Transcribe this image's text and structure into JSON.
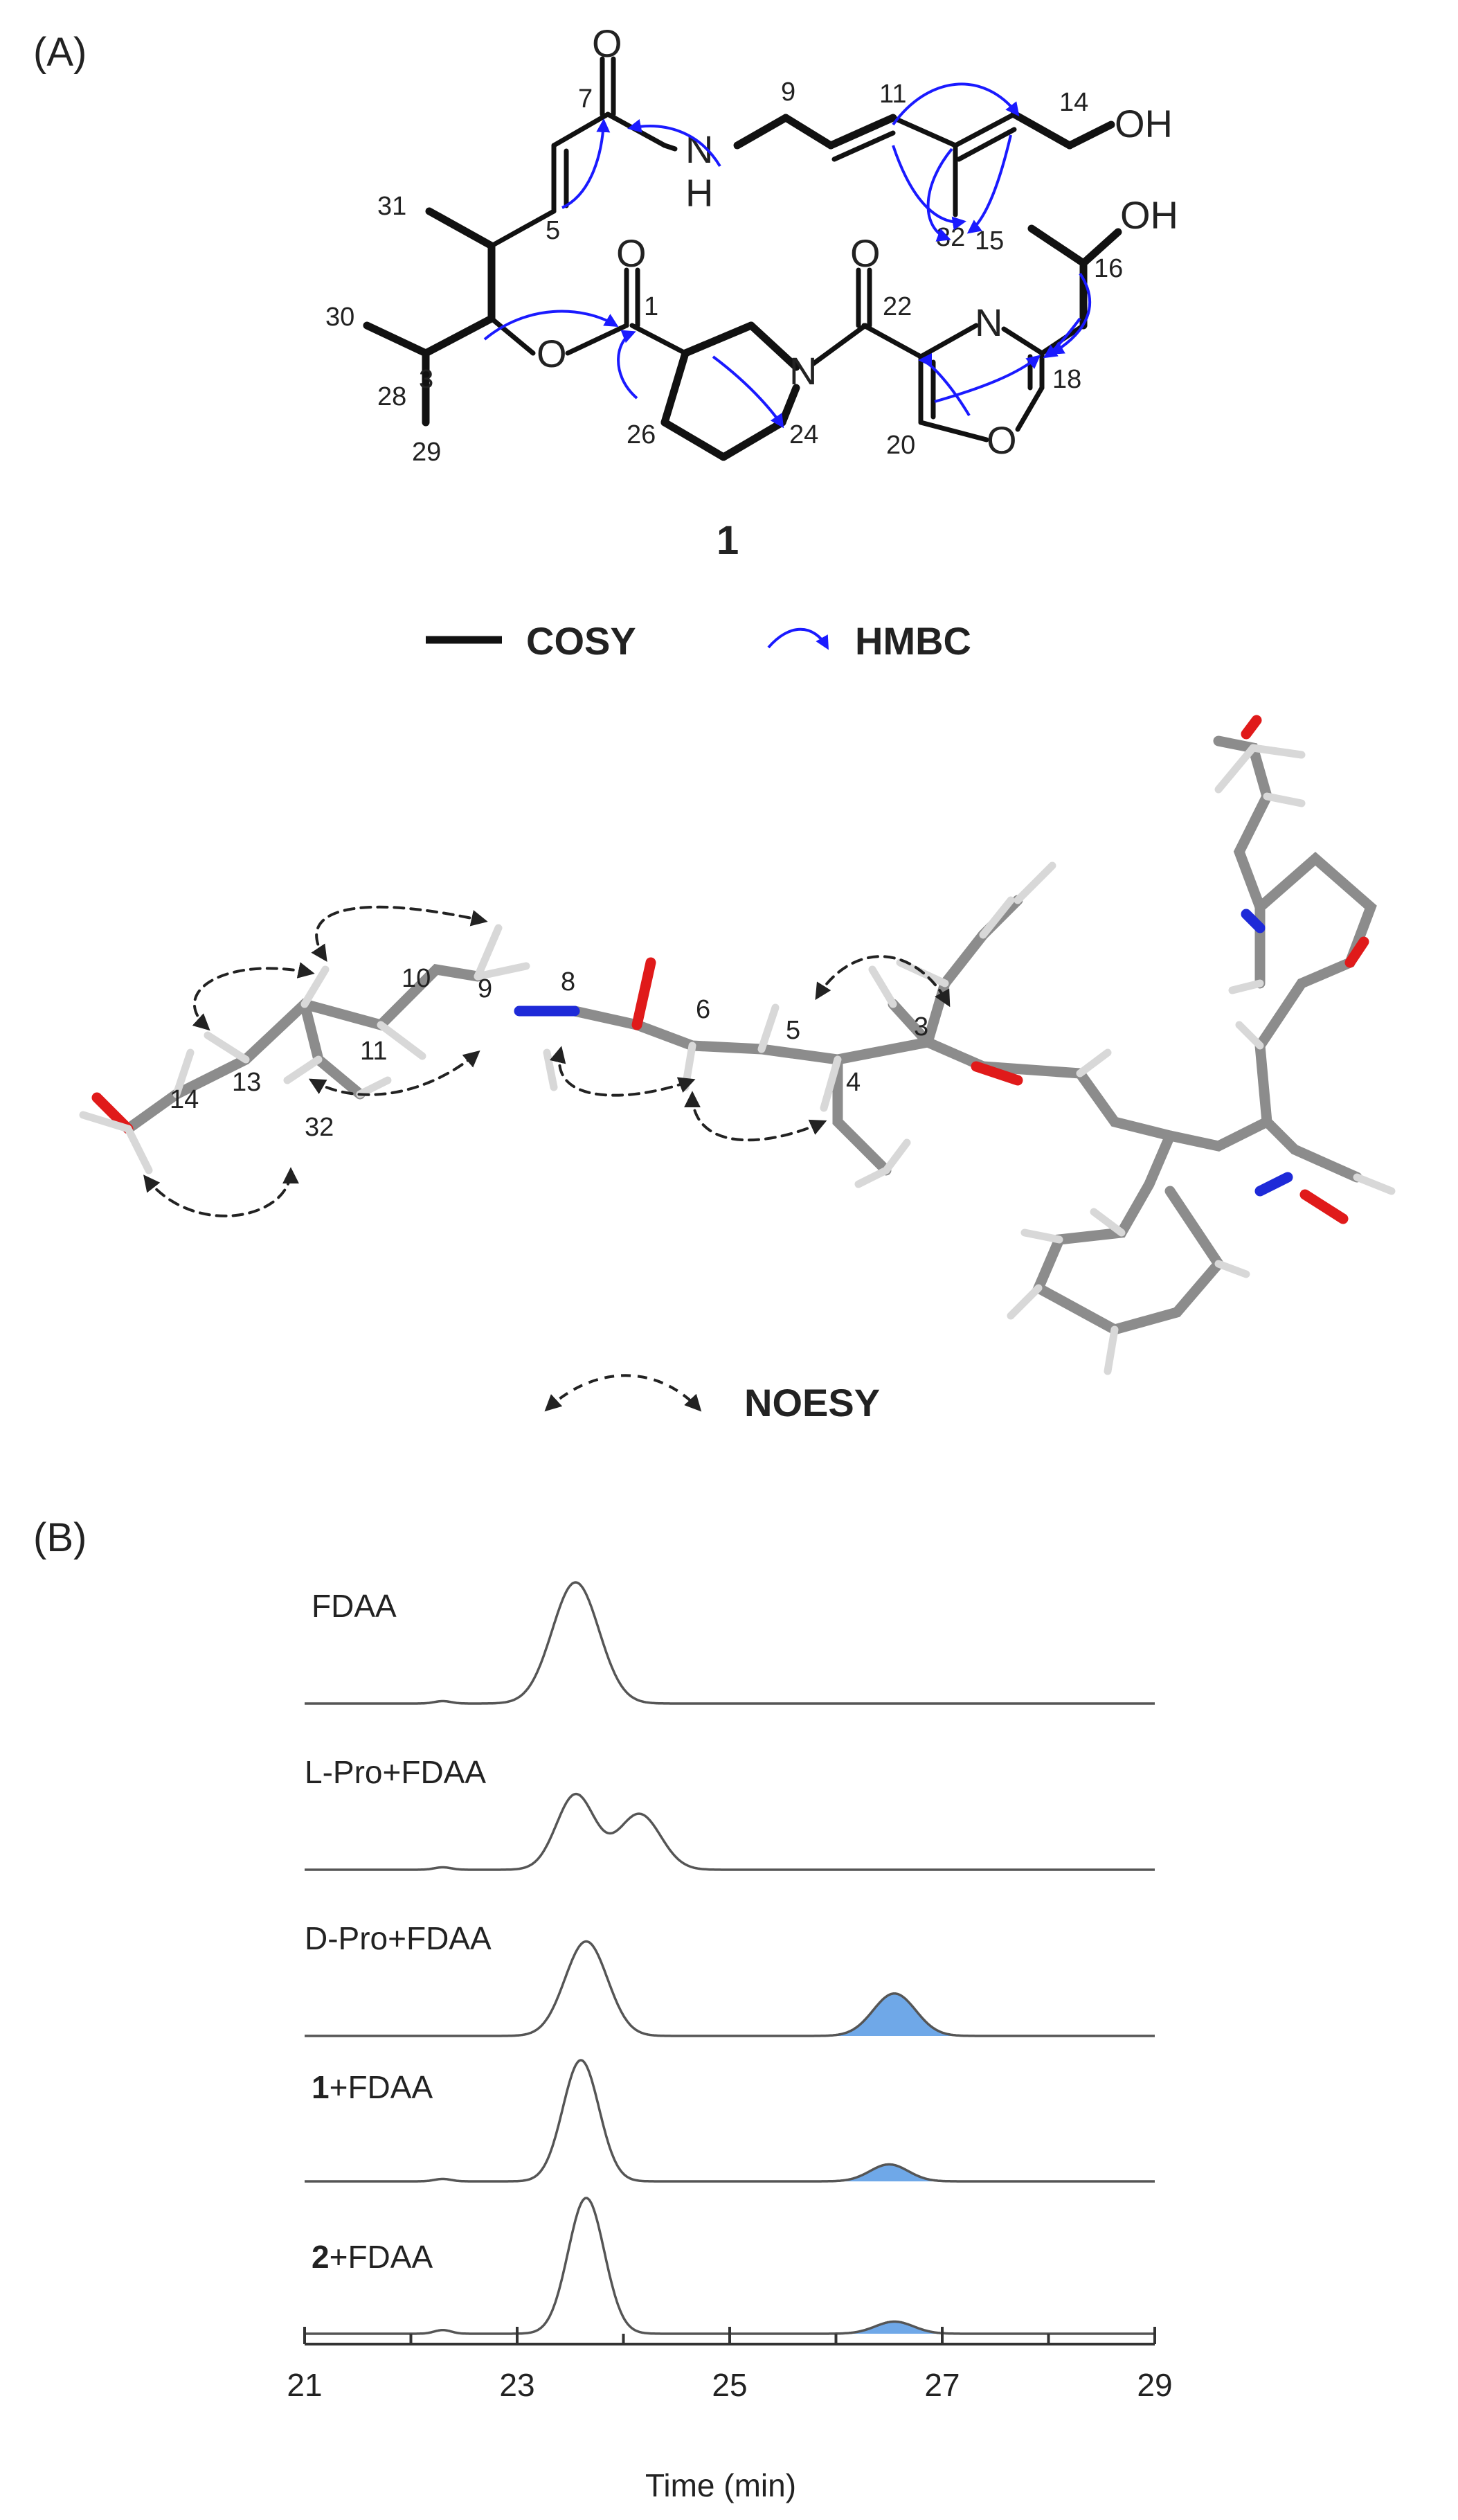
{
  "panel_a": {
    "label": "(A)",
    "compound_number": "1",
    "atom_labels": {
      "O": "O",
      "N": "N",
      "H": "H",
      "OH": "OH",
      "c1": "1",
      "c3": "3",
      "c5": "5",
      "c7": "7",
      "c9": "9",
      "c11": "11",
      "c14": "14",
      "c15": "15",
      "c16": "16",
      "c18": "18",
      "c20": "20",
      "c22": "22",
      "c24": "24",
      "c26": "26",
      "c28": "28",
      "c29": "29",
      "c30": "30",
      "c31": "31",
      "c32": "32"
    },
    "legend": {
      "cosy": "COSY",
      "hmbc": "HMBC",
      "noesy": "NOESY"
    },
    "model_labels": [
      "14",
      "13",
      "32",
      "11",
      "10",
      "9",
      "8",
      "6",
      "5",
      "4",
      "3"
    ],
    "colors": {
      "hmbc_arrow": "#1a1aff",
      "bond": "#111111",
      "stick": "#8c8c8c",
      "oxygen": "#e01a1a",
      "nitrogen": "#1e2ad8",
      "hydrogen": "#d8d8d8"
    }
  },
  "panel_b": {
    "label": "(B)",
    "x_axis_title": "Time (min)",
    "highlight_color": "#6fa8e8",
    "trace_labels": [
      {
        "bold": "",
        "text": "FDAA"
      },
      {
        "bold": "",
        "text": "L-Pro+FDAA"
      },
      {
        "bold": "",
        "text": "D-Pro+FDAA"
      },
      {
        "bold": "1",
        "text": "+FDAA"
      },
      {
        "bold": "2",
        "text": "+FDAA"
      }
    ]
  },
  "chart_data": {
    "type": "line",
    "title": "",
    "xlabel": "Time (min)",
    "ylabel": "",
    "xlim": [
      21,
      29
    ],
    "x_ticks": [
      21,
      23,
      25,
      27,
      29
    ],
    "grid": false,
    "series": [
      {
        "name": "FDAA",
        "peaks": [
          {
            "rt": 23.55,
            "height": 1.0,
            "width": 0.22
          }
        ],
        "baseline_bumps": [
          {
            "rt": 22.3,
            "height": 0.02
          }
        ]
      },
      {
        "name": "L-Pro+FDAA",
        "peaks": [
          {
            "rt": 23.55,
            "height": 0.62,
            "width": 0.18
          },
          {
            "rt": 24.15,
            "height": 0.46,
            "width": 0.2
          }
        ],
        "baseline_bumps": [
          {
            "rt": 22.3,
            "height": 0.02
          }
        ]
      },
      {
        "name": "D-Pro+FDAA",
        "peaks": [
          {
            "rt": 23.65,
            "height": 0.78,
            "width": 0.2
          },
          {
            "rt": 26.55,
            "height": 0.35,
            "width": 0.2,
            "highlighted": true
          }
        ],
        "baseline_bumps": []
      },
      {
        "name": "1+FDAA",
        "peaks": [
          {
            "rt": 23.6,
            "height": 1.0,
            "width": 0.17
          },
          {
            "rt": 26.5,
            "height": 0.14,
            "width": 0.18,
            "highlighted": true
          }
        ],
        "baseline_bumps": [
          {
            "rt": 22.3,
            "height": 0.02
          }
        ]
      },
      {
        "name": "2+FDAA",
        "peaks": [
          {
            "rt": 23.65,
            "height": 1.12,
            "width": 0.17
          },
          {
            "rt": 26.55,
            "height": 0.1,
            "width": 0.18,
            "highlighted": true
          }
        ],
        "baseline_bumps": [
          {
            "rt": 22.3,
            "height": 0.03
          }
        ]
      }
    ]
  }
}
